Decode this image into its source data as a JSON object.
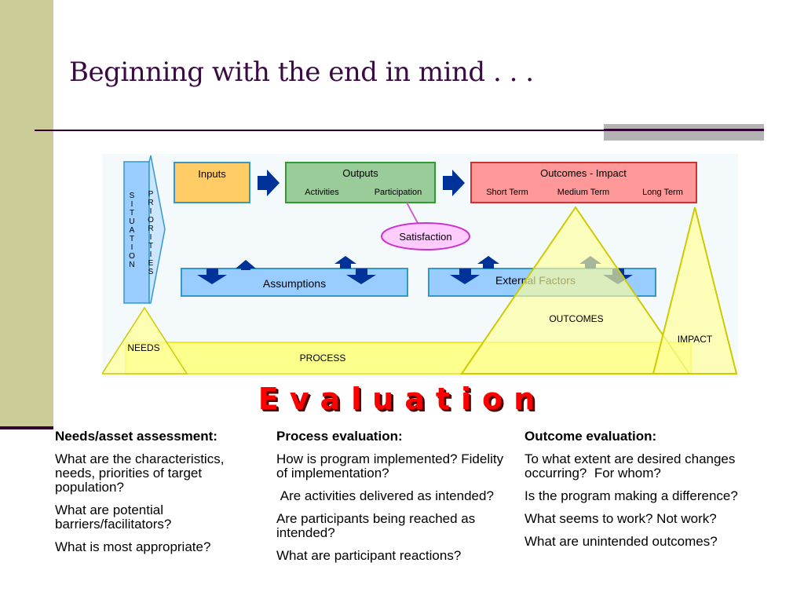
{
  "title": "Beginning with the end in mind . . .",
  "diagram": {
    "situation": "SITUATION",
    "priorities": "PRIORITIES",
    "inputs": "Inputs",
    "outputs": {
      "label": "Outputs",
      "items": [
        "Activities",
        "Participation"
      ]
    },
    "outcomes": {
      "label": "Outcomes - Impact",
      "items": [
        "Short Term",
        "Medium Term",
        "Long Term"
      ]
    },
    "satisfaction": "Satisfaction",
    "assumptions": "Assumptions",
    "external_factors": "External Factors",
    "triangles": [
      "NEEDS",
      "PROCESS",
      "OUTCOMES",
      "IMPACT"
    ]
  },
  "evaluation": "Evaluation",
  "columns": [
    {
      "heading": "Needs/asset assessment:",
      "items": [
        "What are the characteristics, needs, priorities  of target population?",
        "What are potential barriers/facilitators?",
        "What is most appropriate?"
      ]
    },
    {
      "heading": "Process evaluation:",
      "items": [
        "How is program implemented? Fidelity of implementation?",
        " Are activities delivered as intended?",
        "Are participants being reached as intended?",
        "What are participant reactions?"
      ]
    },
    {
      "heading": "Outcome evaluation:",
      "items": [
        "To what extent are desired changes occurring?  For whom?",
        "Is the program making a difference?",
        "What seems to work? Not work?",
        "What are unintended outcomes?"
      ]
    }
  ],
  "colors": {
    "sidebar": "#cccc99",
    "title": "#3b0a45",
    "inputs": "#ffcc66",
    "outputs": "#99cc99",
    "outcomes": "#ff9999",
    "bands": "#99ccff",
    "arrows": "#003399",
    "triangles": "#ffff99",
    "evaluation": "#ff0000"
  }
}
